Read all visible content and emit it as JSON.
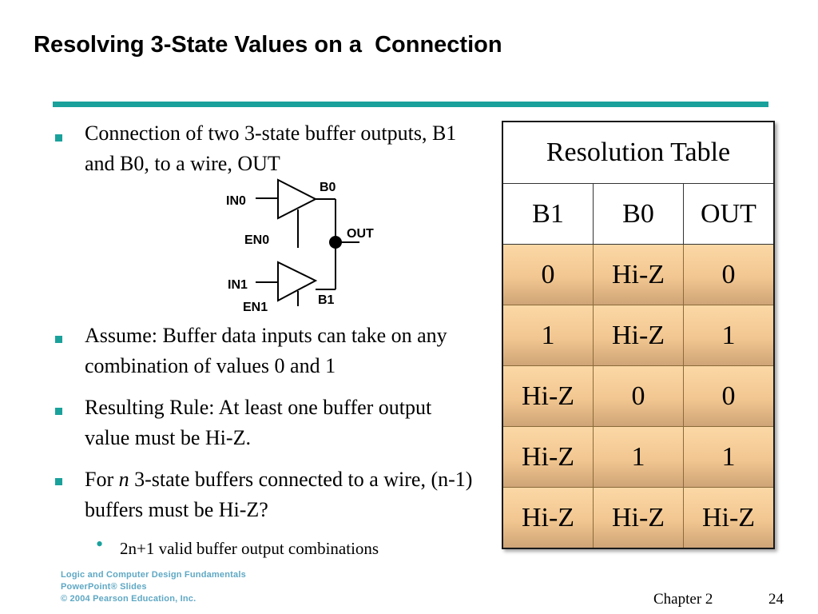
{
  "slide": {
    "title": "Resolving 3-State Values on a  Connection",
    "bullets": [
      "Connection of two 3-state buffer outputs, B1 and B0, to a wire, OUT",
      "Assume: Buffer data inputs can take on any combination of values 0 and 1",
      "Resulting Rule: At least one buffer output value must be Hi-Z."
    ],
    "bullet4": {
      "prefix": "For ",
      "italic": "n",
      "suffix": " 3-state buffers connected to a wire, (n-1) buffers must be Hi-Z?"
    },
    "sub_bullet": "2n+1 valid buffer output combinations"
  },
  "circuit": {
    "labels": {
      "in0": "IN0",
      "b0": "B0",
      "en0": "EN0",
      "out": "OUT",
      "in1": "IN1",
      "en1": "EN1",
      "b1": "B1"
    }
  },
  "table": {
    "title": "Resolution Table",
    "headers": [
      "B1",
      "B0",
      "OUT"
    ],
    "rows": [
      [
        "0",
        "Hi-Z",
        "0"
      ],
      [
        "1",
        "Hi-Z",
        "1"
      ],
      [
        "Hi-Z",
        "0",
        "0"
      ],
      [
        "Hi-Z",
        "1",
        "1"
      ],
      [
        "Hi-Z",
        "Hi-Z",
        "Hi-Z"
      ]
    ]
  },
  "logo": {
    "line1": "Logic and Computer Design Fundamentals",
    "line2": "PowerPoint® Slides",
    "line3": "© 2004 Pearson Education, Inc."
  },
  "footer": {
    "chapter": "Chapter 2",
    "page": "24"
  },
  "colors": {
    "accent": "#1aa19c",
    "table_fill": "#f2c690"
  }
}
